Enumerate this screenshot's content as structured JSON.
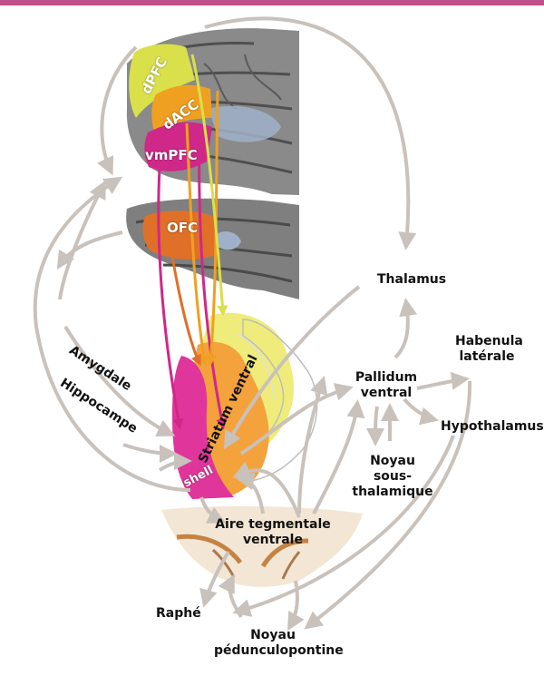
{
  "colors": {
    "top_bar": "#c0508a",
    "dpfc": "#d9e04a",
    "dacc": "#f0a020",
    "vmpfc": "#d02888",
    "ofc": "#e07028",
    "arrow": "#c9c1bb",
    "striatum_yellow": "#efec7c",
    "striatum_orange": "#f4a23c",
    "striatum_magenta": "#e0359a"
  },
  "regions": {
    "dpfc": "dPFC",
    "dacc": "dACC",
    "vmpfc": "vmPFC",
    "ofc": "OFC",
    "striatum": "Striatum ventral",
    "shell": "shell"
  },
  "labels": {
    "thalamus": "Thalamus",
    "habenula": [
      "Habenula",
      "latérale"
    ],
    "pallidum": [
      "Pallidum",
      "ventral"
    ],
    "hypothalamus": "Hypothalamus",
    "noyau_sous": [
      "Noyau",
      "sous-",
      "thalamique"
    ],
    "amygdale": "Amygdale",
    "hippocampe": "Hippocampe",
    "atv": [
      "Aire tegmentale",
      "ventrale"
    ],
    "raphe": "Raphé",
    "noyau_ped": [
      "Noyau",
      "pédunculopontine"
    ]
  }
}
